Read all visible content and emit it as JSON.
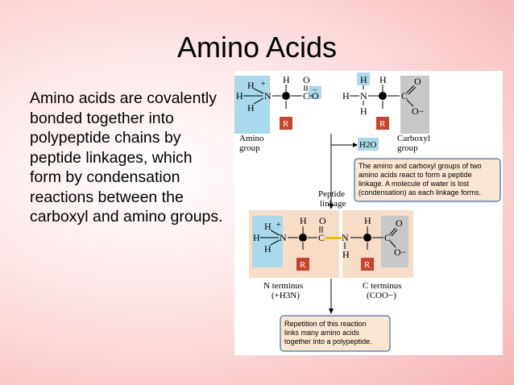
{
  "slide": {
    "title": "Amino Acids",
    "bullet": "Amino acids are covalently bonded together into polypeptide chains by peptide linkages, which form by condensation reactions between the carboxyl and amino groups."
  },
  "figure": {
    "amino_group_label": [
      "Amino",
      "group"
    ],
    "carboxyl_group_label": [
      "Carboxyl",
      "group"
    ],
    "water_label": "H2O",
    "peptide_linkage_label": [
      "Peptide",
      "linkage"
    ],
    "n_terminus_label": [
      "N terminus",
      "(+H3N)"
    ],
    "c_terminus_label": [
      "C terminus",
      "(COO−)"
    ],
    "callout_1": [
      "The amino and carboxyl groups of two",
      "amino acids react to form a peptide",
      "linkage. A molecule of water is lost",
      "(condensation) as each linkage forms."
    ],
    "callout_2": [
      "Repetition of this reaction",
      "links many amino acids",
      "together into a polypeptide."
    ],
    "r_group": "R",
    "atoms": {
      "H": "H",
      "N": "N",
      "C": "C",
      "O": "O",
      "O_minus": "O−",
      "plus": "+",
      "minus": "−"
    }
  },
  "colors": {
    "amino_box": "#a9d9ea",
    "carboxyl_box": "#c8c8c8",
    "peptide_box": "#f7dcc8",
    "r_box": "#c8442a",
    "callout_bg": "#fbe6d2",
    "callout_border": "#1f4e99",
    "highlight_h": "#a9d9ea",
    "linkage_bar": "#e7c100"
  }
}
